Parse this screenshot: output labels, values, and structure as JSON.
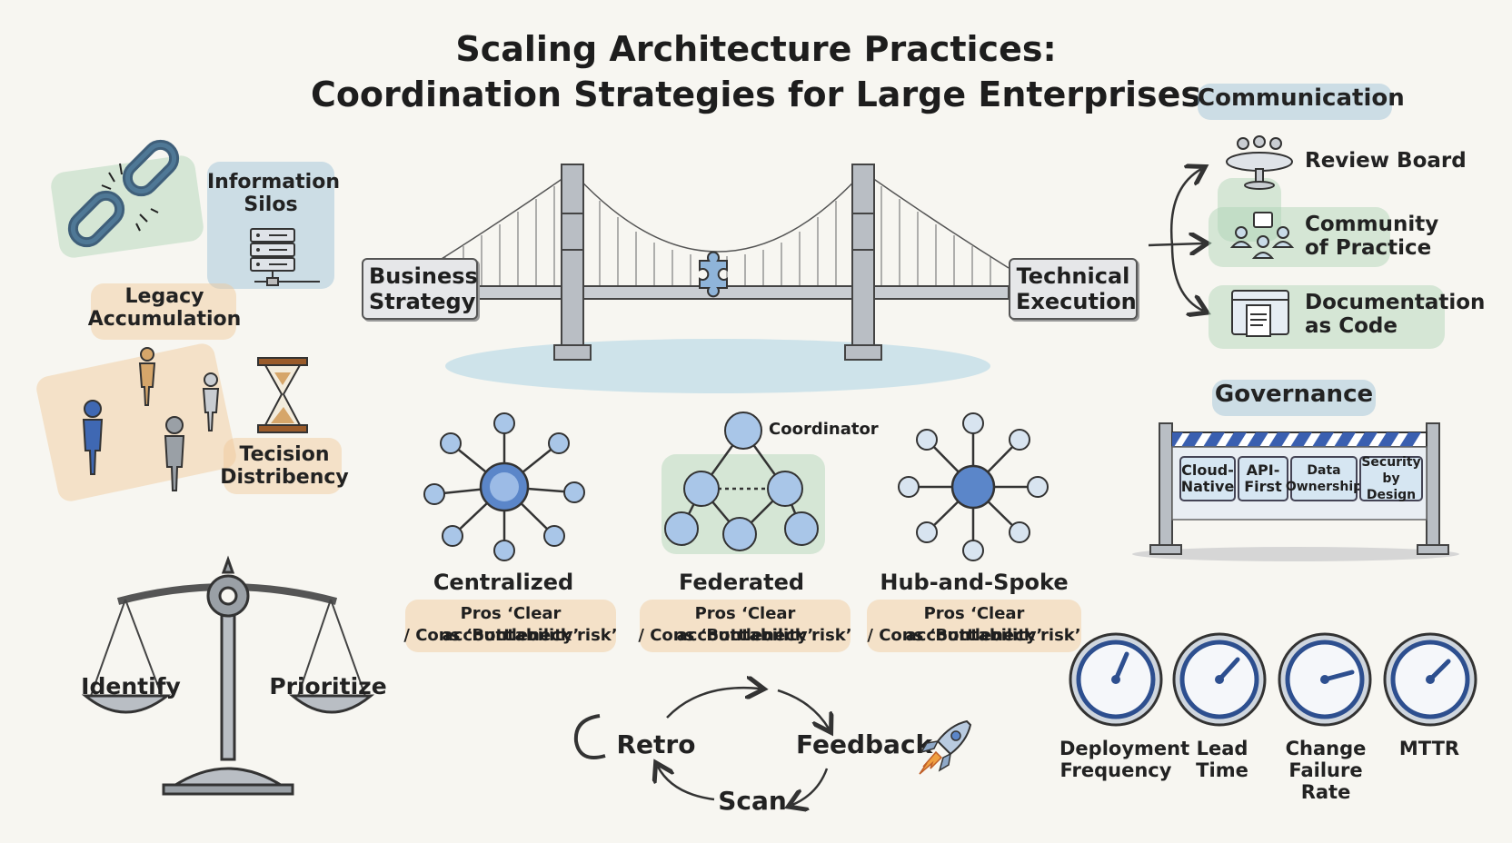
{
  "title": {
    "line1": "Scaling Architecture Practices:",
    "line2": "Coordination Strategies for Large Enterprises"
  },
  "challenges": {
    "information_silos": "Information Silos",
    "legacy_accumulation": "Legacy Accumulation",
    "decision_latency": "Tecision Distribency"
  },
  "balance": {
    "left": "Identify",
    "right": "Prioritize"
  },
  "bridge": {
    "left_sign": "Business Strategy",
    "right_sign": "Technical Execution"
  },
  "models": [
    {
      "name": "Centralized",
      "pros": "Pros ‘Clear accountability’",
      "cons": "/ Cons ‘Bottleneck risk’"
    },
    {
      "name": "Federated",
      "pros": "Pros ‘Clear accountability’",
      "cons": "/ Cons ‘Bottleneck risk’",
      "node_label": "Coordinator"
    },
    {
      "name": "Hub-and-Spoke",
      "pros": "Pros ‘Clear accountability’",
      "cons": "/ Cons ‘Bottleneck risk’"
    }
  ],
  "cycle": {
    "retro": "Retro",
    "feedback": "Feedback",
    "scan": "Scan"
  },
  "communication": {
    "heading": "Communication",
    "items": [
      "Review Board",
      "Community of Practice",
      "Documentation as Code"
    ]
  },
  "governance": {
    "heading": "Governance",
    "principles": [
      "Cloud-Native",
      "API-First",
      "Data Ownership",
      "Security by Design"
    ]
  },
  "metrics": {
    "gauges": [
      {
        "label": "Deployment Frequency"
      },
      {
        "label": "Lead Time"
      },
      {
        "label": "Change Failure Rate"
      },
      {
        "label": "MTTR"
      }
    ]
  },
  "colors": {
    "accent_blue": "#5b86c9",
    "node_fill": "#a9c6e8",
    "green_wash": "#b5d8bf",
    "orange_wash": "#f1cc9c",
    "gauge_blue": "#2d4f8f"
  }
}
